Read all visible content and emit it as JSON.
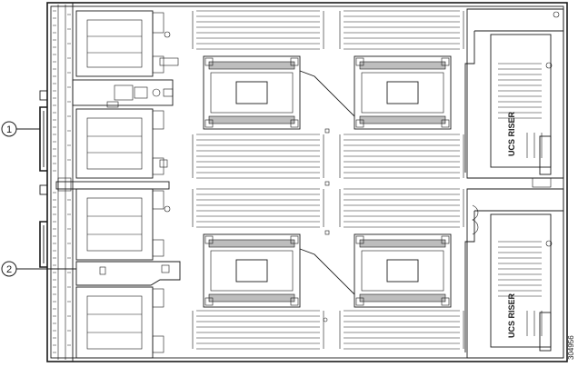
{
  "callouts": [
    {
      "number": "1"
    },
    {
      "number": "2"
    }
  ],
  "figure_id": "304956",
  "risers": [
    {
      "text": "UCS RISER"
    },
    {
      "text": "UCS RISER"
    }
  ],
  "colors": {
    "line": "#1a1a1a",
    "heatsink_fill": "#bdbdbd",
    "background": "#ffffff"
  }
}
